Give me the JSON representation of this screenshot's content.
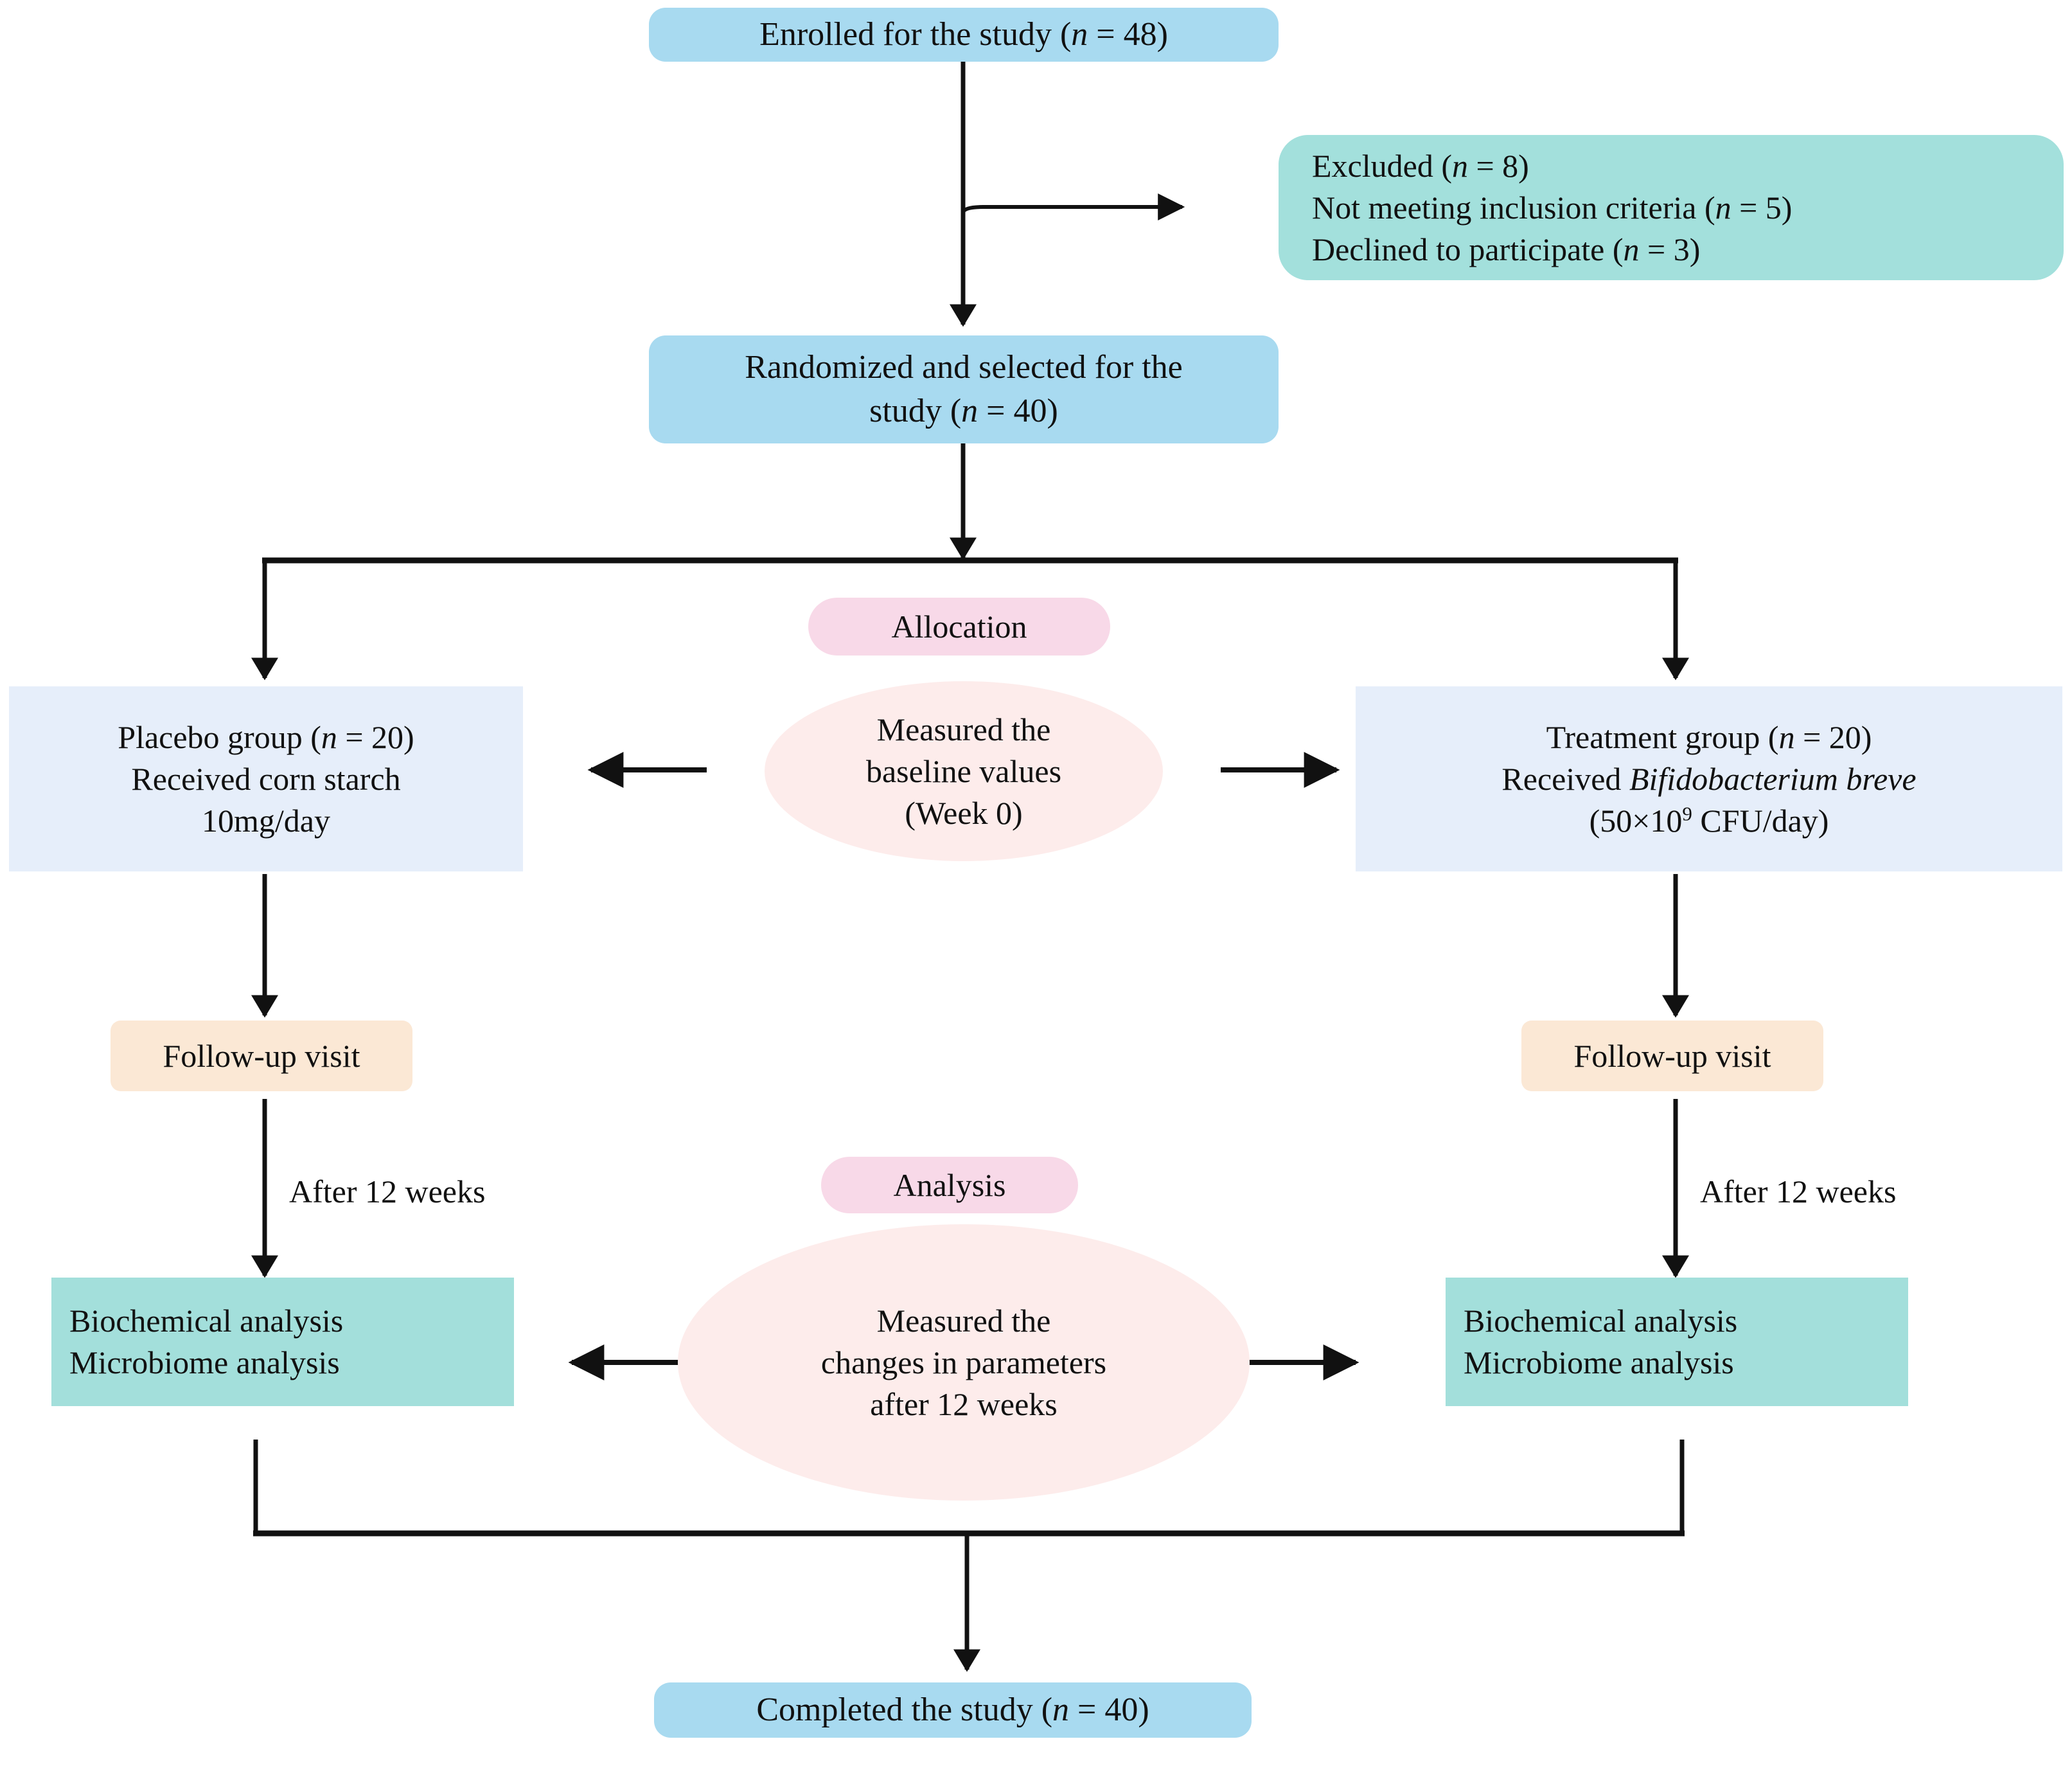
{
  "diagram": {
    "title": "CONSORT participant flow diagram",
    "colors": {
      "blue": "#a8daf0",
      "teal": "#a3e0dc",
      "pale_blue": "#e6eefa",
      "peach": "#fbe8d5",
      "pink_pill": "#f8d9e8",
      "ellipse_pink": "#fdeceb",
      "line": "#111111"
    },
    "nodes": {
      "enrolled": {
        "line1": "Enrolled for the study (n = 48)"
      },
      "excluded": {
        "line1": "Excluded (n = 8)",
        "line2": "Not meeting inclusion criteria (n = 5)",
        "line3": "Declined to participate (n = 3)"
      },
      "randomized": {
        "line1": "Randomized and selected for the",
        "line2": "study  (n = 40)"
      },
      "allocation_pill": {
        "label": "Allocation"
      },
      "baseline_ellipse": {
        "line1": "Measured the",
        "line2": "baseline values",
        "line3": "(Week 0)"
      },
      "placebo_group": {
        "line1": "Placebo group (n = 20)",
        "line2": "Received corn starch",
        "line3": "10mg/day"
      },
      "treatment_group": {
        "line1": "Treatment group (n = 20)",
        "line2_prefix": "Received ",
        "line2_italic": "Bifidobacterium breve",
        "line3_pre": "(50×10",
        "line3_sup": "9",
        "line3_post": " CFU/day)"
      },
      "followup_left": {
        "label": "Follow-up visit"
      },
      "followup_right": {
        "label": "Follow-up visit"
      },
      "analysis_pill": {
        "label": "Analysis"
      },
      "analysis_ellipse": {
        "line1": "Measured the",
        "line2": "changes in parameters",
        "line3": "after 12 weeks"
      },
      "analysis_left": {
        "line1": "Biochemical analysis",
        "line2": "Microbiome analysis"
      },
      "analysis_right": {
        "line1": "Biochemical analysis",
        "line2": "Microbiome analysis"
      },
      "completed": {
        "line1": "Completed the study (n = 40)"
      }
    },
    "edge_labels": {
      "after_12_weeks_left": "After 12 weeks",
      "after_12_weeks_right": "After 12 weeks"
    }
  }
}
